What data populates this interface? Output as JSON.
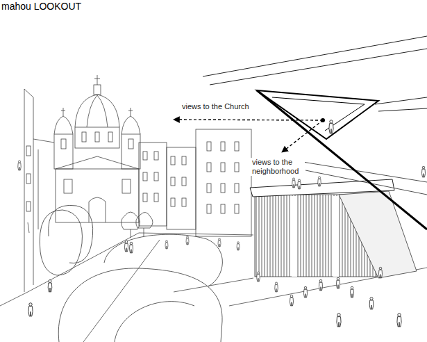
{
  "diagram": {
    "title": "mahou LOOKOUT",
    "labels": [
      "views to the Church",
      "views to the neighborhood"
    ]
  }
}
